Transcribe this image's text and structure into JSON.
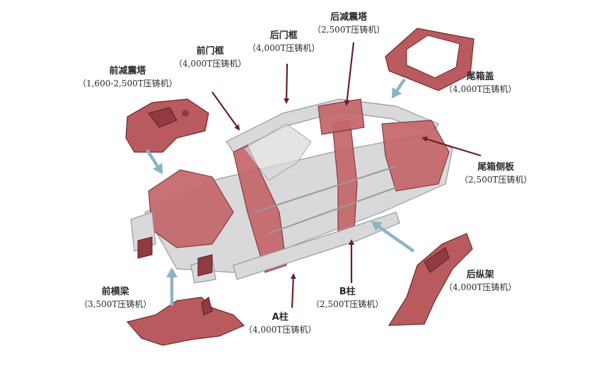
{
  "labels": {
    "front_shock_tower": {
      "name": "前减震塔",
      "spec": "（1,600-2,500T压铸机）"
    },
    "front_door_frame": {
      "name": "前门框",
      "spec": "（4,000T压铸机）"
    },
    "rear_door_frame": {
      "name": "后门框",
      "spec": "（4,000T压铸机）"
    },
    "rear_shock_tower": {
      "name": "后减震塔",
      "spec": "（2,500T压铸机）"
    },
    "trunk_lid": {
      "name": "尾箱盖",
      "spec": "（4,000T压铸机）"
    },
    "trunk_side_panel": {
      "name": "尾箱侧板",
      "spec": "（2,500T压铸机）"
    },
    "rear_longitudinal": {
      "name": "后纵架",
      "spec": "（4,000T压铸机）"
    },
    "b_pillar": {
      "name": "B柱",
      "spec": "（2,500T压铸机）"
    },
    "a_pillar": {
      "name": "A柱",
      "spec": "（4,000T压铸机）"
    },
    "front_crossbeam": {
      "name": "前横梁",
      "spec": "（3,500T压铸机）"
    }
  },
  "colors": {
    "part_red": "#b85a5e",
    "body_grey": "#d9d9db",
    "arrow_dark_red": "#6b1f24",
    "arrow_light_blue": "#8eb3c6"
  }
}
